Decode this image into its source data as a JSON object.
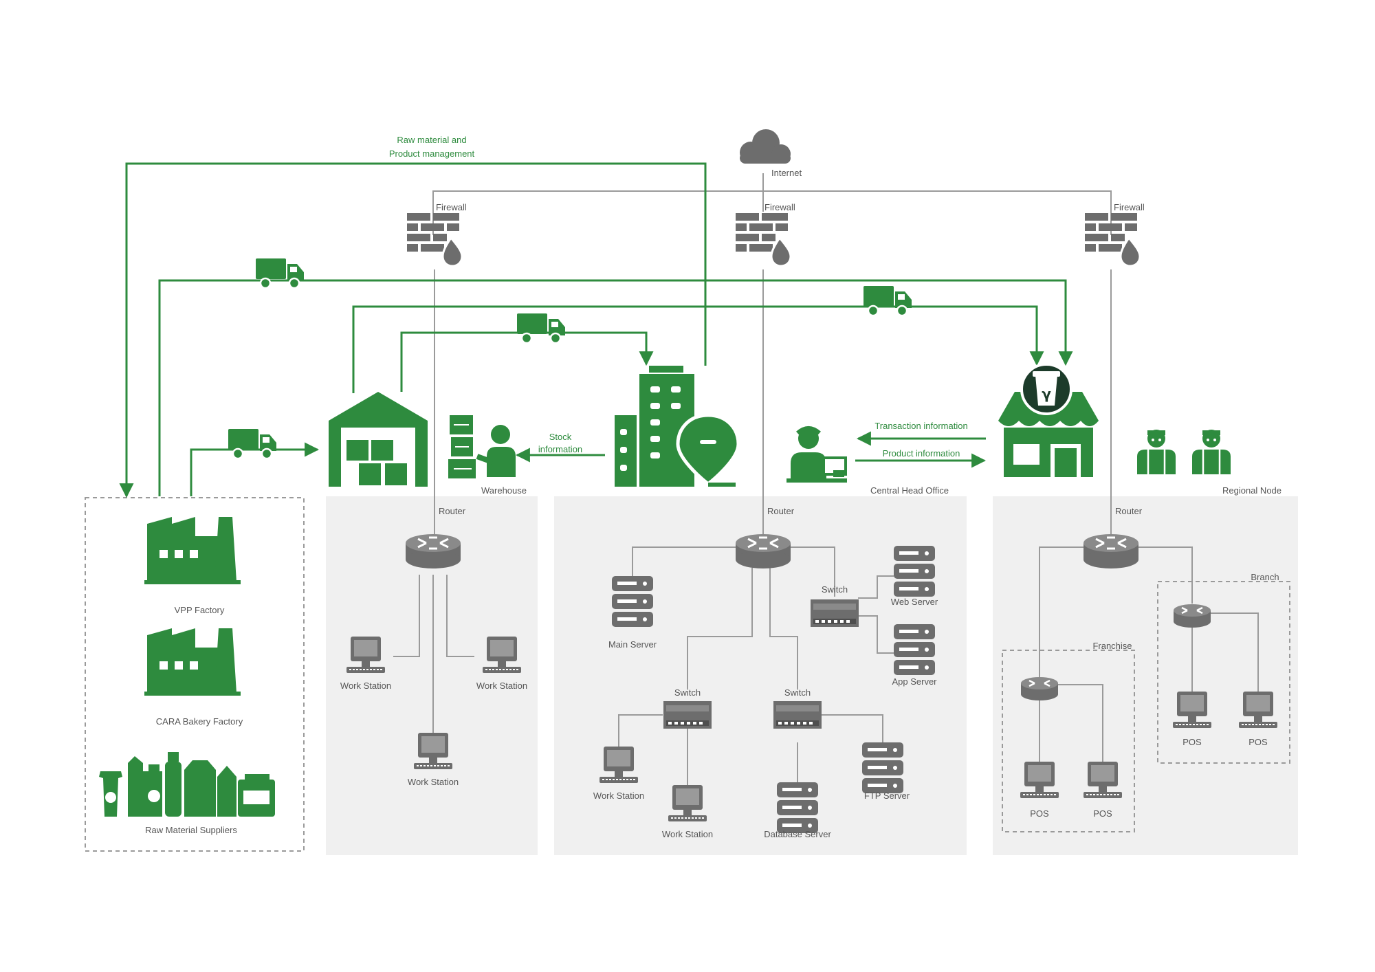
{
  "colors": {
    "green": "#2e8b3e",
    "gray": "#8a8a8a",
    "light_gray": "#f0f0f0",
    "dark_gray": "#6d6d6d"
  },
  "nodes": {
    "internet": "Internet",
    "firewall": "Firewall",
    "router": "Router",
    "switch": "Switch",
    "warehouse": "Warehouse",
    "central_head_office": "Central Head Office",
    "regional_node": "Regional Node",
    "vpp_factory": "VPP Factory",
    "cara_factory": "CARA Bakery Factory",
    "suppliers": "Raw Material Suppliers",
    "work_station": "Work Station",
    "main_server": "Main Server",
    "web_server": "Web Server",
    "app_server": "App Server",
    "ftp_server": "FTP Server",
    "database_server": "Database Server",
    "branch": "Branch",
    "franchise": "Franchise",
    "pos": "POS"
  },
  "flows": {
    "raw_material_1": "Raw material and",
    "raw_material_2": "Product management",
    "stock_1": "Stock",
    "stock_2": "information",
    "transaction": "Transaction information",
    "product": "Product information"
  },
  "icons": {
    "cloud": "cloud-icon",
    "firewall": "firewall-icon",
    "truck": "delivery-truck-icon",
    "warehouse": "warehouse-icon",
    "worker": "warehouse-worker-icon",
    "office": "office-building-icon",
    "clerk": "office-clerk-icon",
    "store": "coffee-store-icon",
    "staff": "store-staff-icon",
    "router": "router-icon",
    "switch": "switch-icon",
    "server": "server-icon",
    "computer": "computer-icon",
    "factory": "factory-icon",
    "goods": "groceries-icon"
  }
}
